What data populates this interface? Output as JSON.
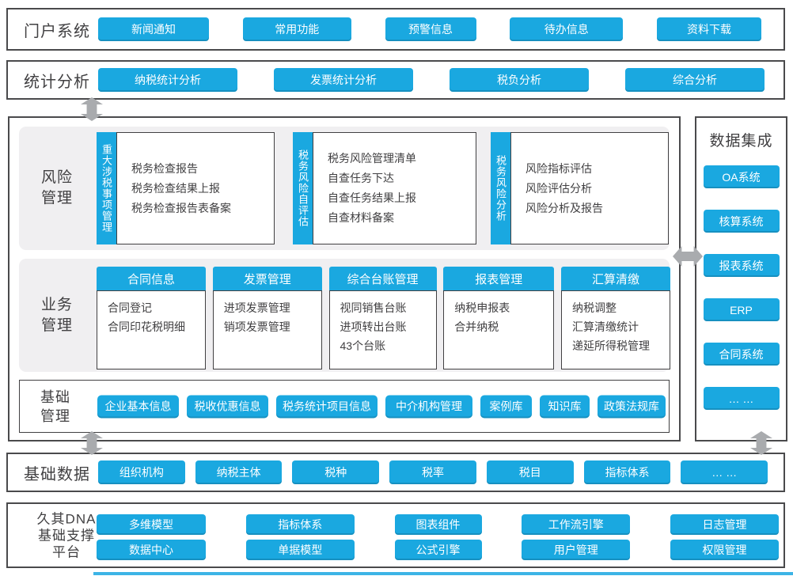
{
  "colors": {
    "accent": "#1aa8e0",
    "border": "#4a4a4c",
    "panel_bg": "#f0eff1",
    "arrow": "#a9abae",
    "text": "#414042"
  },
  "icons": {
    "flow": [
      "double-arrow-vertical-top-icon",
      "double-arrow-horizontal-right-icon",
      "double-arrow-vertical-bottom-left-icon",
      "double-arrow-vertical-bottom-right-icon"
    ]
  },
  "portal": {
    "title": "门户系统",
    "items": [
      "新闻通知",
      "常用功能",
      "预警信息",
      "待办信息",
      "资料下载"
    ]
  },
  "stats": {
    "title": "统计分析",
    "items": [
      "纳税统计分析",
      "发票统计分析",
      "税负分析",
      "综合分析"
    ]
  },
  "risk": {
    "title_lines": [
      "风险",
      "管理"
    ],
    "groups": [
      {
        "tab": "重大涉税事项管理",
        "items": [
          "税务检查报告",
          "税务检查结果上报",
          "税务检查报告表备案"
        ]
      },
      {
        "tab": "税务风险自评估",
        "items": [
          "税务风险管理清单",
          "自查任务下达",
          "自查任务结果上报",
          "自查材料备案"
        ]
      },
      {
        "tab": "税务风险分析",
        "items": [
          "风险指标评估",
          "风险评估分析",
          "风险分析及报告"
        ]
      }
    ]
  },
  "business": {
    "title_lines": [
      "业务",
      "管理"
    ],
    "columns": [
      {
        "header": "合同信息",
        "items": [
          "合同登记",
          "合同印花税明细"
        ]
      },
      {
        "header": "发票管理",
        "items": [
          "进项发票管理",
          "销项发票管理"
        ]
      },
      {
        "header": "综合台账管理",
        "items": [
          "视同销售台账",
          "进项转出台账",
          "43个台账"
        ]
      },
      {
        "header": "报表管理",
        "items": [
          "纳税申报表",
          "合并纳税"
        ]
      },
      {
        "header": "汇算清缴",
        "items": [
          "纳税调整",
          "汇算清缴统计",
          "递延所得税管理"
        ]
      }
    ]
  },
  "base_mgmt": {
    "title_lines": [
      "基础",
      "管理"
    ],
    "items": [
      "企业基本信息",
      "税收优惠信息",
      "税务统计项目信息",
      "中介机构管理",
      "案例库",
      "知识库",
      "政策法规库"
    ]
  },
  "integration": {
    "title": "数据集成",
    "items": [
      "OA系统",
      "核算系统",
      "报表系统",
      "ERP",
      "合同系统",
      "… …"
    ]
  },
  "base_data": {
    "title": "基础数据",
    "items": [
      "组织机构",
      "纳税主体",
      "税种",
      "税率",
      "税目",
      "指标体系",
      "… …"
    ]
  },
  "platform": {
    "title_lines": [
      "久其DNA",
      "基础支撑",
      "平台"
    ],
    "rows": [
      [
        "多维模型",
        "指标体系",
        "图表组件",
        "工作流引擎",
        "日志管理"
      ],
      [
        "数据中心",
        "单据模型",
        "公式引擎",
        "用户管理",
        "权限管理"
      ]
    ]
  }
}
